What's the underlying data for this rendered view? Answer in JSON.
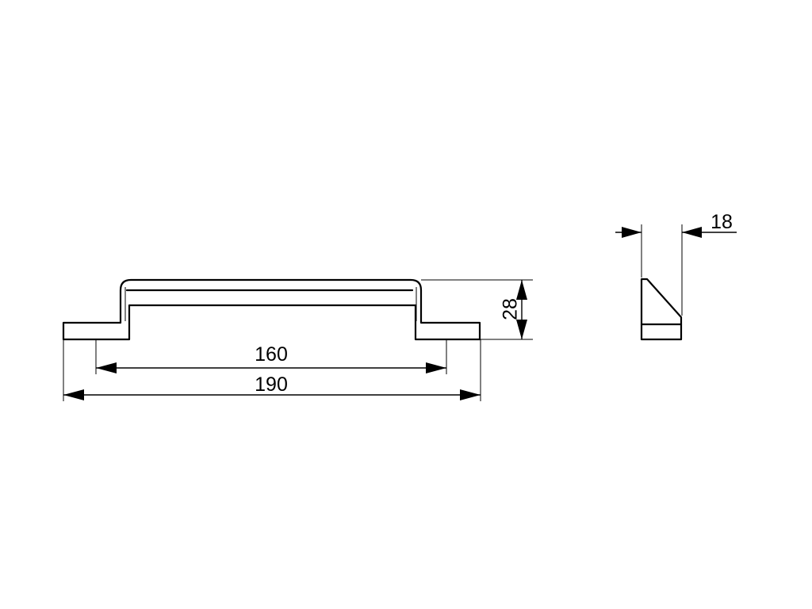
{
  "drawing": {
    "front_view": {
      "dimensions": {
        "hole_spacing": "160",
        "overall_length": "190",
        "height": "28"
      }
    },
    "side_view": {
      "dimensions": {
        "width": "18"
      }
    }
  }
}
